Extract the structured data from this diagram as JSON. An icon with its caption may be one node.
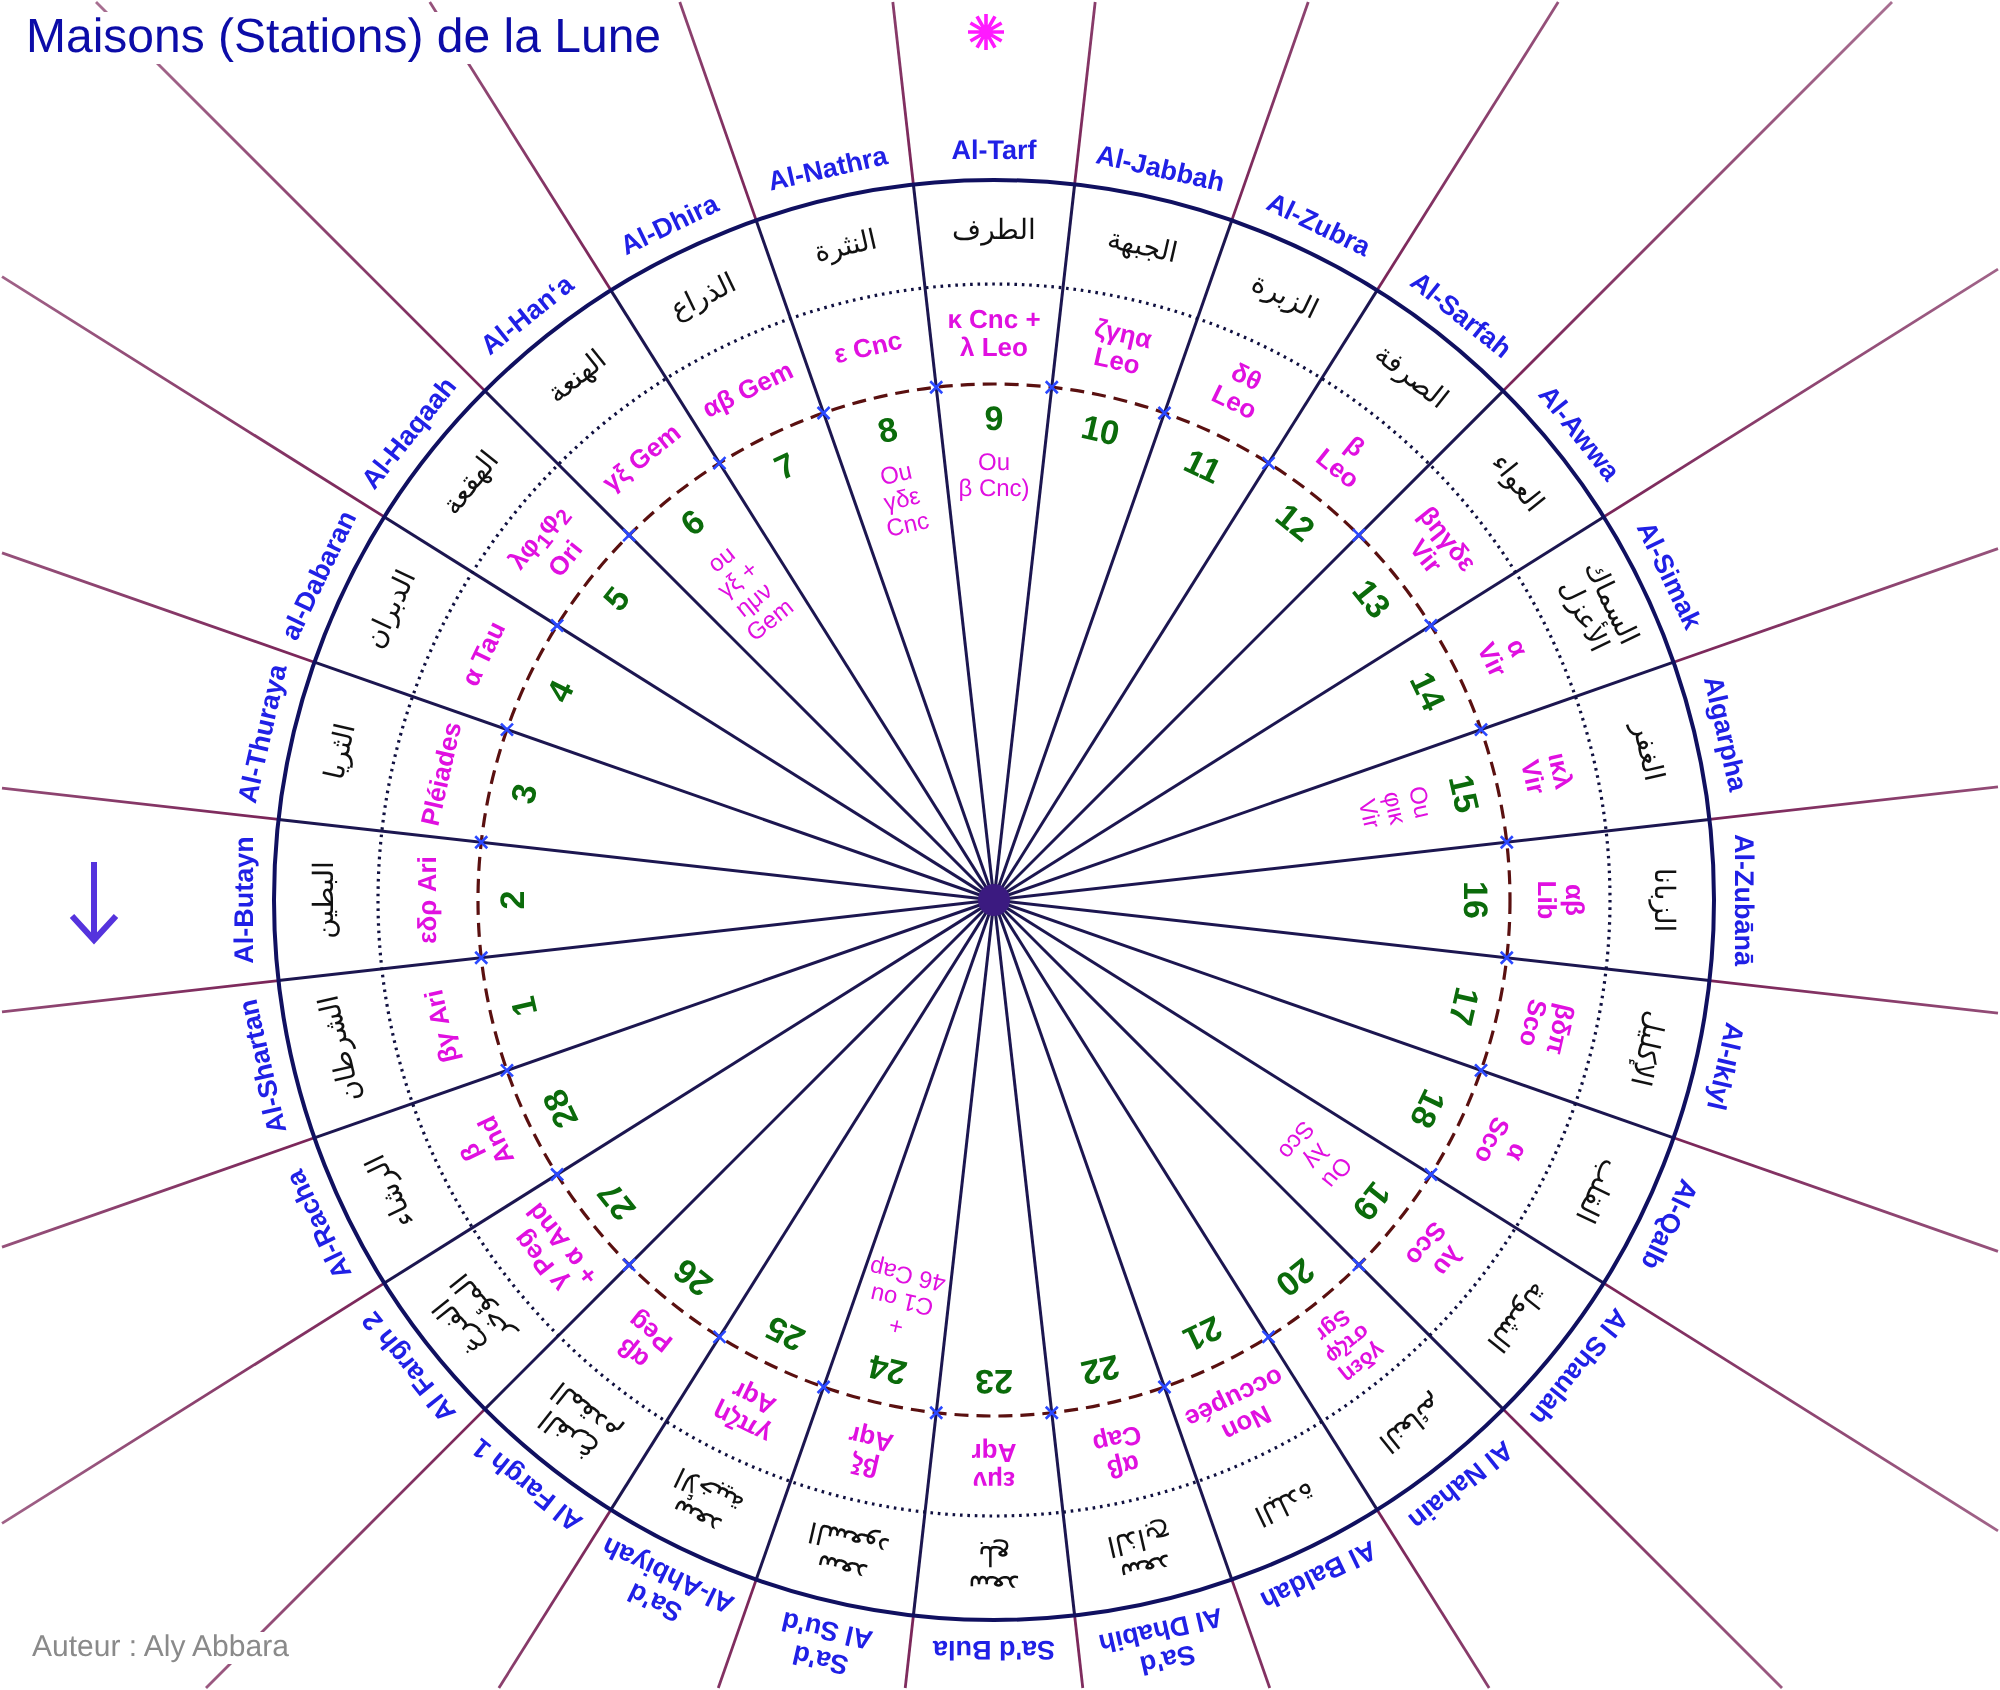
{
  "diagram": {
    "title": "Maisons (Stations) de la Lune",
    "labels": [
      "Al-Shartan",
      "الشرطان",
      "βγ Ari",
      "1",
      "Al-Butayn",
      "البطين",
      "εδρ Ari",
      "2",
      "Al-Thuraya",
      "الثريا",
      "Pléiades",
      "3",
      "al-Dabaran",
      "الدبران",
      "α Tau",
      "4",
      "Al-Haqaah",
      "الهقعة",
      "λφ$_{1}$φ$_{2}$ Ori",
      "5",
      "Al-Han‘a",
      "الهنعة",
      "γξ Gem",
      "6",
      "ou γξ + ημν Gem",
      "Al-Dhira",
      "الذراع",
      "αβ Gem",
      "7",
      "Al-Nathra",
      "النثرة",
      "ε Cnc",
      "8",
      "Ou γδε Cnc",
      "Al-Tarf",
      "الطرف",
      "κ Cnc + λ Leo",
      "9",
      "Ou β Cnc)",
      "Al-Jabbah",
      "الجبهة",
      "ζγηα Leo",
      "10",
      "Al-Zubra",
      "الزبرة",
      "δθ Leo",
      "11",
      "Al-Sarfah",
      "الصرفة",
      "β Leo",
      "12",
      "Al-Awwa",
      "العواء",
      "βηγδε Vir",
      "13",
      "Al-Simak",
      "السماك الأعزل",
      "α Vir",
      "14",
      "Algarpha",
      "الغفر",
      "ικλ Vir",
      "15",
      "Ou φικ Vir",
      "Al-Zubānā",
      "الزبانا",
      "αβ Lib",
      "16",
      "Al-Iklyl",
      "الإكليل",
      "βδπ Sco",
      "17",
      "Al-Qalb",
      "القلب",
      "α Sco",
      "18",
      "Al Shaulah",
      "الشولة",
      "λυ Sco",
      "19",
      "Ou λγ Sco",
      "Al Nahain",
      "النعائم",
      "γδεη στζφ Sgr",
      "20",
      "Al Baldah",
      "البلدة",
      "Non occupée",
      "21",
      "Sa'd Al Dhabih",
      "سعد الذابح",
      "αβ Cap",
      "22",
      "Sa'd Bula",
      "سعد بلع",
      "εμν Aqr",
      "23",
      "Sa'd Al Su'd",
      "سعد السعود",
      "βξ Aqr",
      "24",
      "+ C1 ou 46 Cap",
      "Sa'd Al-Ahbiyah",
      "سعد الأخبية",
      "γπζη Aqr",
      "25",
      "Al Fargh 1",
      "الفرغ المقدم",
      "αβ Peg",
      "26",
      "Al Fargh 2",
      "الفرغ المؤخر",
      "γ Peg + α And",
      "27",
      "Al-Racha",
      "الرشاء",
      "β And",
      "28",
      "Auteur : Aly Abbara"
    ]
  }
}
